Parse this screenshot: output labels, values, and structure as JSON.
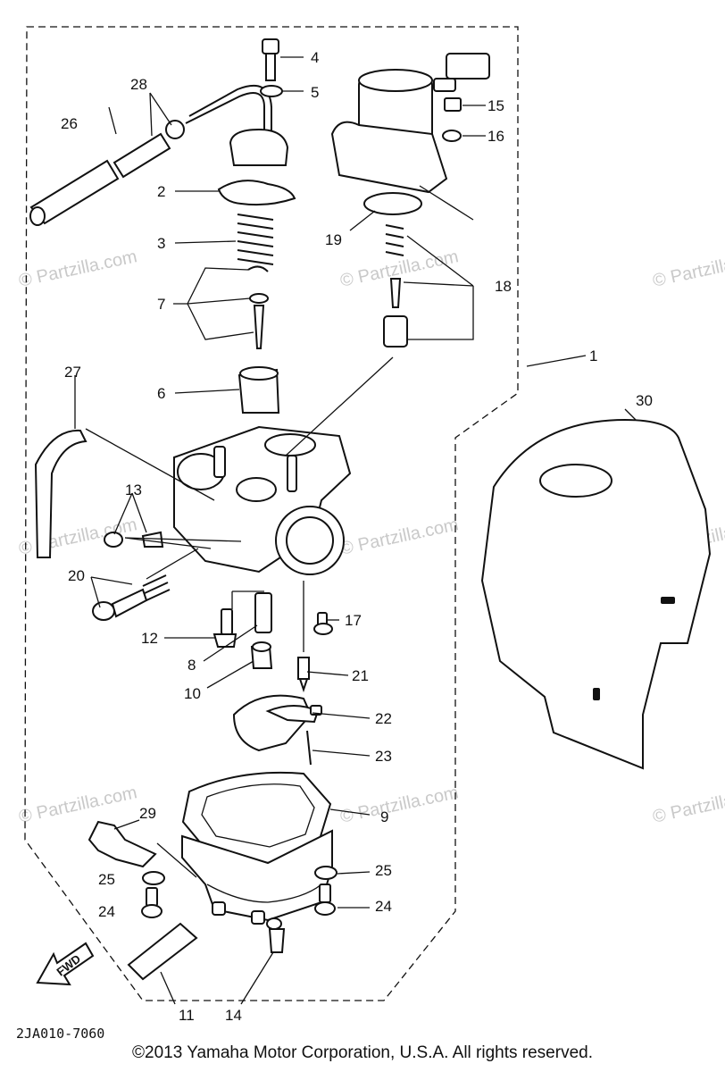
{
  "watermark": "© Partzilla.com",
  "callouts": [
    {
      "id": "1",
      "label": "1"
    },
    {
      "id": "2",
      "label": "2"
    },
    {
      "id": "3",
      "label": "3"
    },
    {
      "id": "4",
      "label": "4"
    },
    {
      "id": "5",
      "label": "5"
    },
    {
      "id": "6",
      "label": "6"
    },
    {
      "id": "7",
      "label": "7"
    },
    {
      "id": "8",
      "label": "8"
    },
    {
      "id": "9",
      "label": "9"
    },
    {
      "id": "10",
      "label": "10"
    },
    {
      "id": "11",
      "label": "11"
    },
    {
      "id": "12",
      "label": "12"
    },
    {
      "id": "13",
      "label": "13"
    },
    {
      "id": "14",
      "label": "14"
    },
    {
      "id": "15",
      "label": "15"
    },
    {
      "id": "16",
      "label": "16"
    },
    {
      "id": "17",
      "label": "17"
    },
    {
      "id": "18",
      "label": "18"
    },
    {
      "id": "19",
      "label": "19"
    },
    {
      "id": "20",
      "label": "20"
    },
    {
      "id": "21",
      "label": "21"
    },
    {
      "id": "22",
      "label": "22"
    },
    {
      "id": "23",
      "label": "23"
    },
    {
      "id": "24a",
      "label": "24"
    },
    {
      "id": "24b",
      "label": "24"
    },
    {
      "id": "25a",
      "label": "25"
    },
    {
      "id": "25b",
      "label": "25"
    },
    {
      "id": "26",
      "label": "26"
    },
    {
      "id": "27",
      "label": "27"
    },
    {
      "id": "28",
      "label": "28"
    },
    {
      "id": "29",
      "label": "29"
    },
    {
      "id": "30",
      "label": "30"
    }
  ],
  "fwd_label": "FWD",
  "diagram_code": "2JA010-7060",
  "copyright": "©2013 Yamaha Motor Corporation, U.S.A. All rights reserved."
}
